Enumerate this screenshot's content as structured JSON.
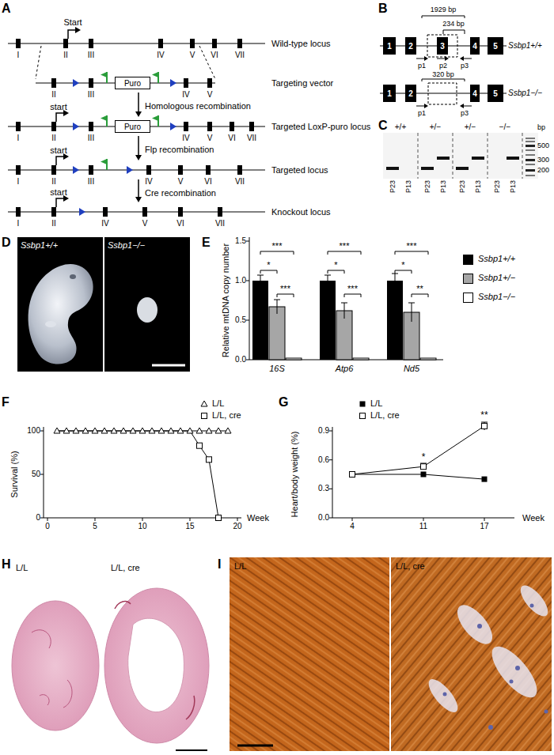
{
  "diagram": {
    "nodes": [
      {
        "text": [
          "Puro"
        ]
      },
      {
        "text": [
          "Puro"
        ]
      },
      {
        "text": [
          "1"
        ]
      },
      {
        "text": [
          "2"
        ]
      },
      {
        "text": [
          "3"
        ]
      },
      {
        "text": [
          "4"
        ]
      },
      {
        "text": [
          "5"
        ]
      },
      {
        "text": [
          "1"
        ]
      },
      {
        "text": [
          "2"
        ]
      },
      {
        "text": [
          "4"
        ]
      },
      {
        "text": [
          "5"
        ]
      }
    ],
    "labels": [
      "A",
      "Start",
      "I",
      "II",
      "III",
      "IV",
      "V",
      "VI",
      "VII",
      "Wild-type locus",
      "II",
      "III",
      "IV",
      "V",
      "Targeting vector",
      "Homologous recombination",
      "start",
      "I",
      "II",
      "III",
      "IV",
      "V",
      "VI",
      "VII",
      "Targeted LoxP-puro locus",
      "Flp recombination",
      "start",
      "I",
      "II",
      "III",
      "IV",
      "V",
      "VI",
      "VII",
      "Targeted locus",
      "Cre recombination",
      "start",
      "I",
      "II",
      "IV",
      "V",
      "VI",
      "VII",
      "Knockout locus",
      "B",
      "1929 bp",
      "234 bp",
      "p1",
      "p2",
      "p3",
      "Ssbp1+/+",
      "320 bp",
      "p1",
      "p3",
      "Ssbp1−/−",
      "C",
      "+/+",
      "+/−",
      "+/−",
      "−/−",
      "bp",
      "500",
      "300",
      "200",
      "P23",
      "P13",
      "P23",
      "P13",
      "P23",
      "P13",
      "P23",
      "P13",
      "D",
      "Ssbp1+/+",
      "Ssbp1−/−",
      "E",
      "Relative mtDNA copy number",
      "0.0",
      "0.5",
      "1.0",
      "1.5",
      "16S",
      "Atp6",
      "Nd5",
      "*",
      "***",
      "***",
      "*",
      "***",
      "***",
      "*",
      "***",
      "**",
      "F",
      "Survival (%)",
      "0",
      "50",
      "100",
      "0",
      "5",
      "10",
      "15",
      "20",
      "Week",
      "G",
      "Heart/body weight (%)",
      "0.0",
      "0.3",
      "0.6",
      "0.9",
      "4",
      "11",
      "17",
      "Week",
      "*",
      "**",
      "H",
      "L/L",
      "L/L, cre",
      "I",
      "L/L",
      "L/L, cre"
    ],
    "legend": [
      {
        "text": "Ssbp1+/+",
        "color": "#000000"
      },
      {
        "text": "Ssbp1+/−",
        "color": "#a6a6a6"
      },
      {
        "text": "Ssbp1−/−",
        "color": "#ffffff"
      },
      {
        "text": "L/L"
      },
      {
        "text": "L/L, cre"
      },
      {
        "text": "L/L"
      },
      {
        "text": "L/L, cre"
      }
    ]
  }
}
